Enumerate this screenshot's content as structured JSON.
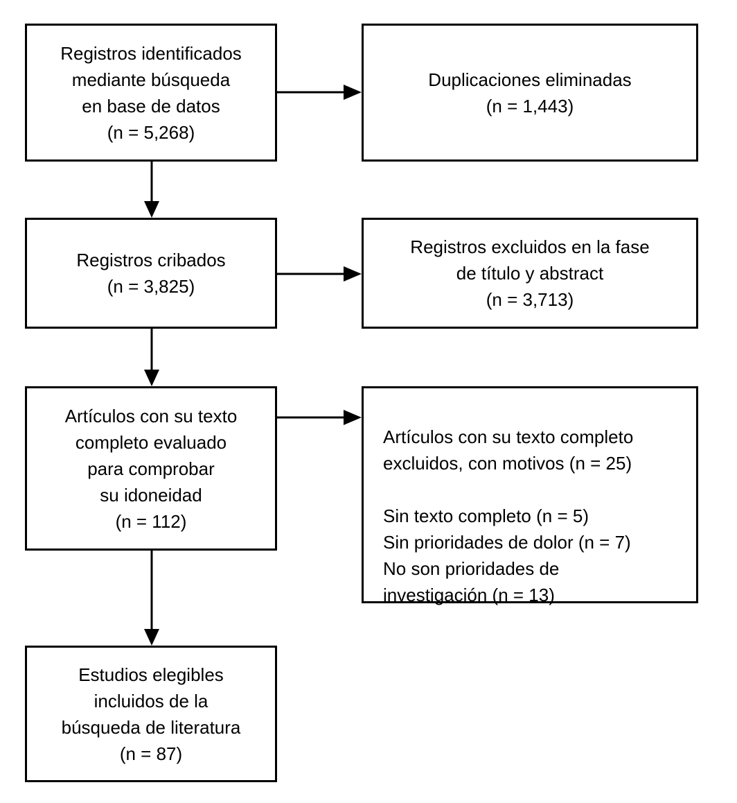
{
  "diagram": {
    "title": "Flujo de selección de estudios (diagrama tipo PRISMA)",
    "colors": {
      "background": "#ffffff",
      "box_fill": "#ffffff",
      "box_border": "#000000",
      "text": "#000000",
      "arrow": "#000000"
    },
    "boxes": {
      "identified": {
        "n": "5,268",
        "lines": [
          "Registros identificados",
          "mediante búsqueda",
          "en base de datos",
          "(n = 5,268)"
        ]
      },
      "duplicates_removed": {
        "n": "1,443",
        "lines": [
          "Duplicaciones eliminadas",
          "(n = 1,443)"
        ]
      },
      "screened": {
        "n": "3,825",
        "lines": [
          "Registros cribados",
          "(n = 3,825)"
        ]
      },
      "excluded_title_abstract": {
        "n": "3,713",
        "lines": [
          "Registros excluidos en la fase",
          "de título y abstract",
          "(n = 3,713)"
        ]
      },
      "fulltext_assessed": {
        "n": "112",
        "lines": [
          "Artículos con su texto",
          "completo evaluado",
          "para comprobar",
          "su idoneidad",
          "(n = 112)"
        ]
      },
      "fulltext_excluded": {
        "n": "25",
        "lines": [
          "Artículos con su texto completo",
          "excluidos, con motivos (n = 25)",
          "",
          "Sin texto completo (n = 5)",
          "Sin prioridades de dolor (n = 7)",
          "No son prioridades de",
          "investigación (n = 13)"
        ]
      },
      "included": {
        "n": "87",
        "lines": [
          "Estudios elegibles",
          "incluidos de la",
          "búsqueda de literatura",
          "(n = 87)"
        ]
      }
    }
  }
}
